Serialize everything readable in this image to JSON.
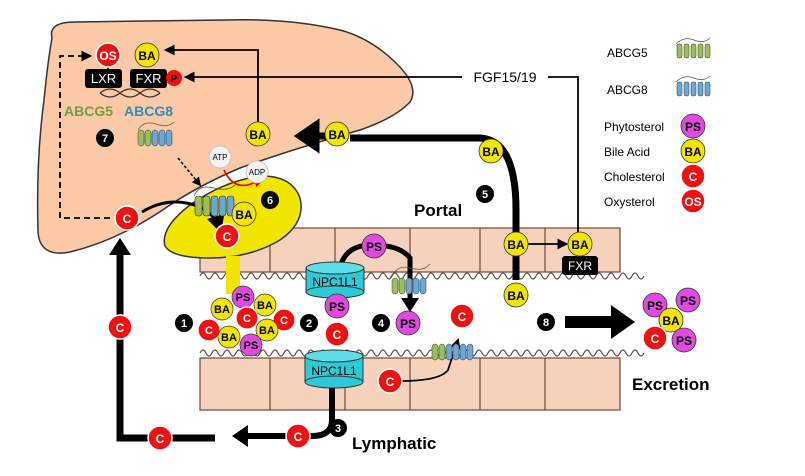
{
  "labels": {
    "os": "OS",
    "ba": "BA",
    "ps": "PS",
    "c": "C",
    "p": "P",
    "lxr": "LXR",
    "fxr": "FXR",
    "abcg5": "ABCG5",
    "abcg8": "ABCG8",
    "atp": "ATP",
    "adp": "ADP",
    "npc1l1": "NPC1L1",
    "fgf": "FGF15/19",
    "portal": "Portal",
    "lymphatic": "Lymphatic",
    "excretion": "Excretion"
  },
  "steps": [
    "1",
    "2",
    "3",
    "4",
    "5",
    "6",
    "7",
    "8"
  ],
  "legend": [
    {
      "label": "ABCG5",
      "icon": "abcg5-transporter-icon"
    },
    {
      "label": "ABCG8",
      "icon": "abcg8-transporter-icon"
    },
    {
      "label": "Phytosterol",
      "symbol": "PS",
      "color": "#e14ae0"
    },
    {
      "label": "Bile Acid",
      "symbol": "BA",
      "color": "#f2e600"
    },
    {
      "label": "Cholesterol",
      "symbol": "C",
      "color": "#ee1111"
    },
    {
      "label": "Oxysterol",
      "symbol": "OS",
      "color": "#ee1111"
    }
  ],
  "colors": {
    "liver": "#fbc9a6",
    "cell": "#f6d2bc",
    "gallbladder": "#f2e600",
    "ba": "#f2e600",
    "ps": "#e14ae0",
    "c": "#ee1111",
    "npc1l1": "#2cc9d6",
    "abcg5": "#9bc05a",
    "abcg8": "#6aa8d8",
    "abcg5_text": "#6aa240",
    "abcg8_text": "#2a8fb8"
  }
}
